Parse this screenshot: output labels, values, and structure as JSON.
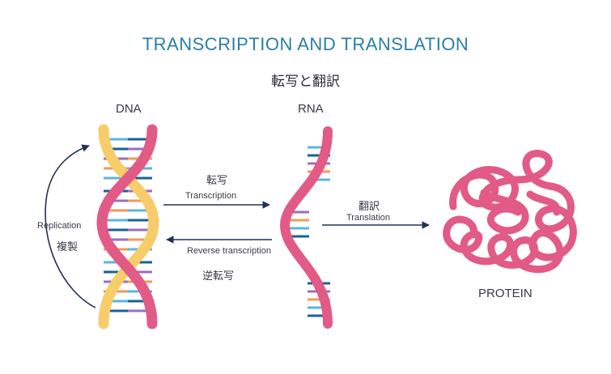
{
  "title": "TRANSCRIPTION AND TRANSLATION",
  "subtitle_jp": "転写と翻訳",
  "labels": {
    "dna": "DNA",
    "rna": "RNA",
    "protein": "PROTEIN"
  },
  "processes": {
    "transcription": {
      "jp": "転写",
      "en": "Transcription"
    },
    "reverse_transcription": {
      "jp": "逆転写",
      "en": "Reverse transcription"
    },
    "translation": {
      "jp": "翻訳",
      "en": "Translation"
    },
    "replication": {
      "jp": "複製",
      "en": "Replication"
    }
  },
  "colors": {
    "title": "#2a7fa6",
    "strand_pink": "#e25a86",
    "strand_yellow": "#f7cc6a",
    "arrow": "#233058",
    "base_blue": "#5bb5e0",
    "base_navy": "#1d5f95",
    "base_purple": "#9b6fb7",
    "base_orange": "#f19a5a",
    "protein": "#e25a86"
  }
}
